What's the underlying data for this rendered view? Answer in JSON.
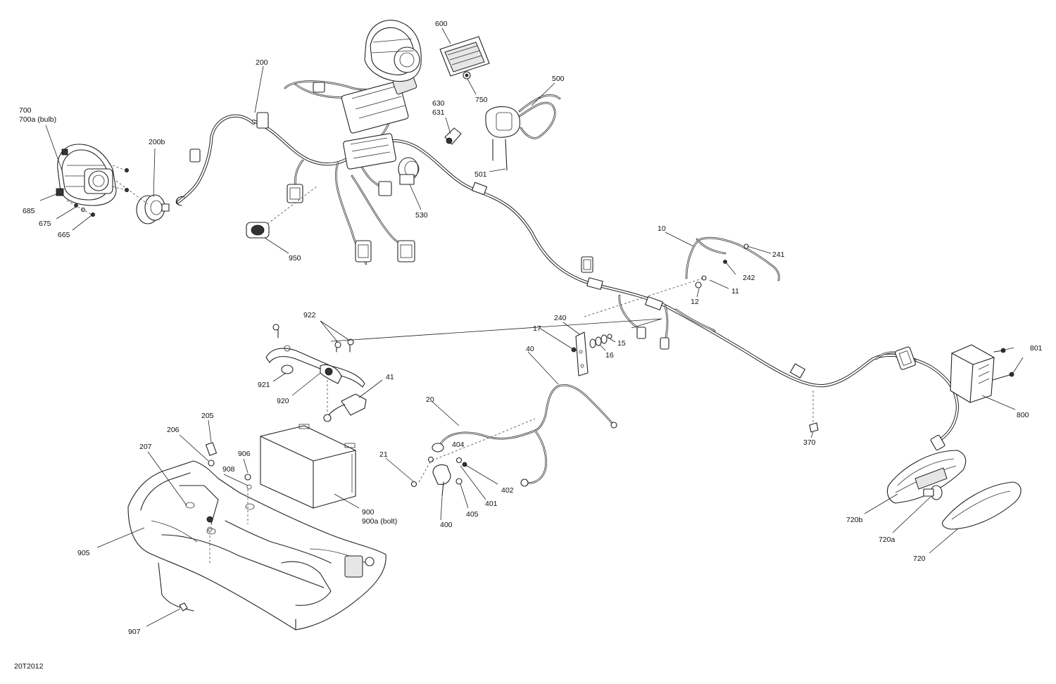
{
  "diagram_id": "20T2012",
  "labels": {
    "l700": "700",
    "l700a": "700a (bulb)",
    "l685": "685",
    "l675": "675",
    "l665": "665",
    "l200b": "200b",
    "l200": "200",
    "l600": "600",
    "l750": "750",
    "l630": "630",
    "l631": "631",
    "l500": "500",
    "l501": "501",
    "l530": "530",
    "l950": "950",
    "l10": "10",
    "l241": "241",
    "l242": "242",
    "l11": "11",
    "l12": "12",
    "l240": "240",
    "l17": "17",
    "l15": "15",
    "l16": "16",
    "l922": "922",
    "l921": "921",
    "l920": "920",
    "l41": "41",
    "l40": "40",
    "l20": "20",
    "l404": "404",
    "l21": "21",
    "l402": "402",
    "l401": "401",
    "l405": "405",
    "l400": "400",
    "l205": "205",
    "l206": "206",
    "l207": "207",
    "l906": "906",
    "l908": "908",
    "l900": "900",
    "l900a": "900a (bolt)",
    "l905": "905",
    "l907": "907",
    "l370": "370",
    "l801": "801",
    "l800": "800",
    "l720b": "720b",
    "l720a": "720a",
    "l720": "720"
  }
}
